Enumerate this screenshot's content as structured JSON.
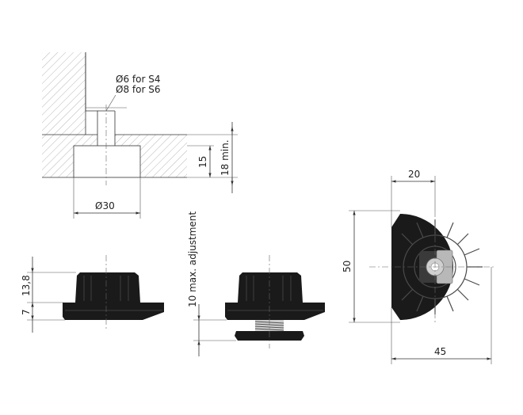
{
  "labels": {
    "hole_s4": "Ø6 for S4",
    "hole_s6": "Ø8 for S6",
    "dia_30": "Ø30",
    "depth_15": "15",
    "panel_18": "18 min.",
    "height_13_8": "13,8",
    "base_7": "7",
    "adjust_10": "10 max. adjustment",
    "width_20": "20",
    "height_50": "50",
    "width_45": "45"
  },
  "colors": {
    "part_black": "#1a1a1a",
    "hatch": "#999999",
    "line": "#333333"
  }
}
